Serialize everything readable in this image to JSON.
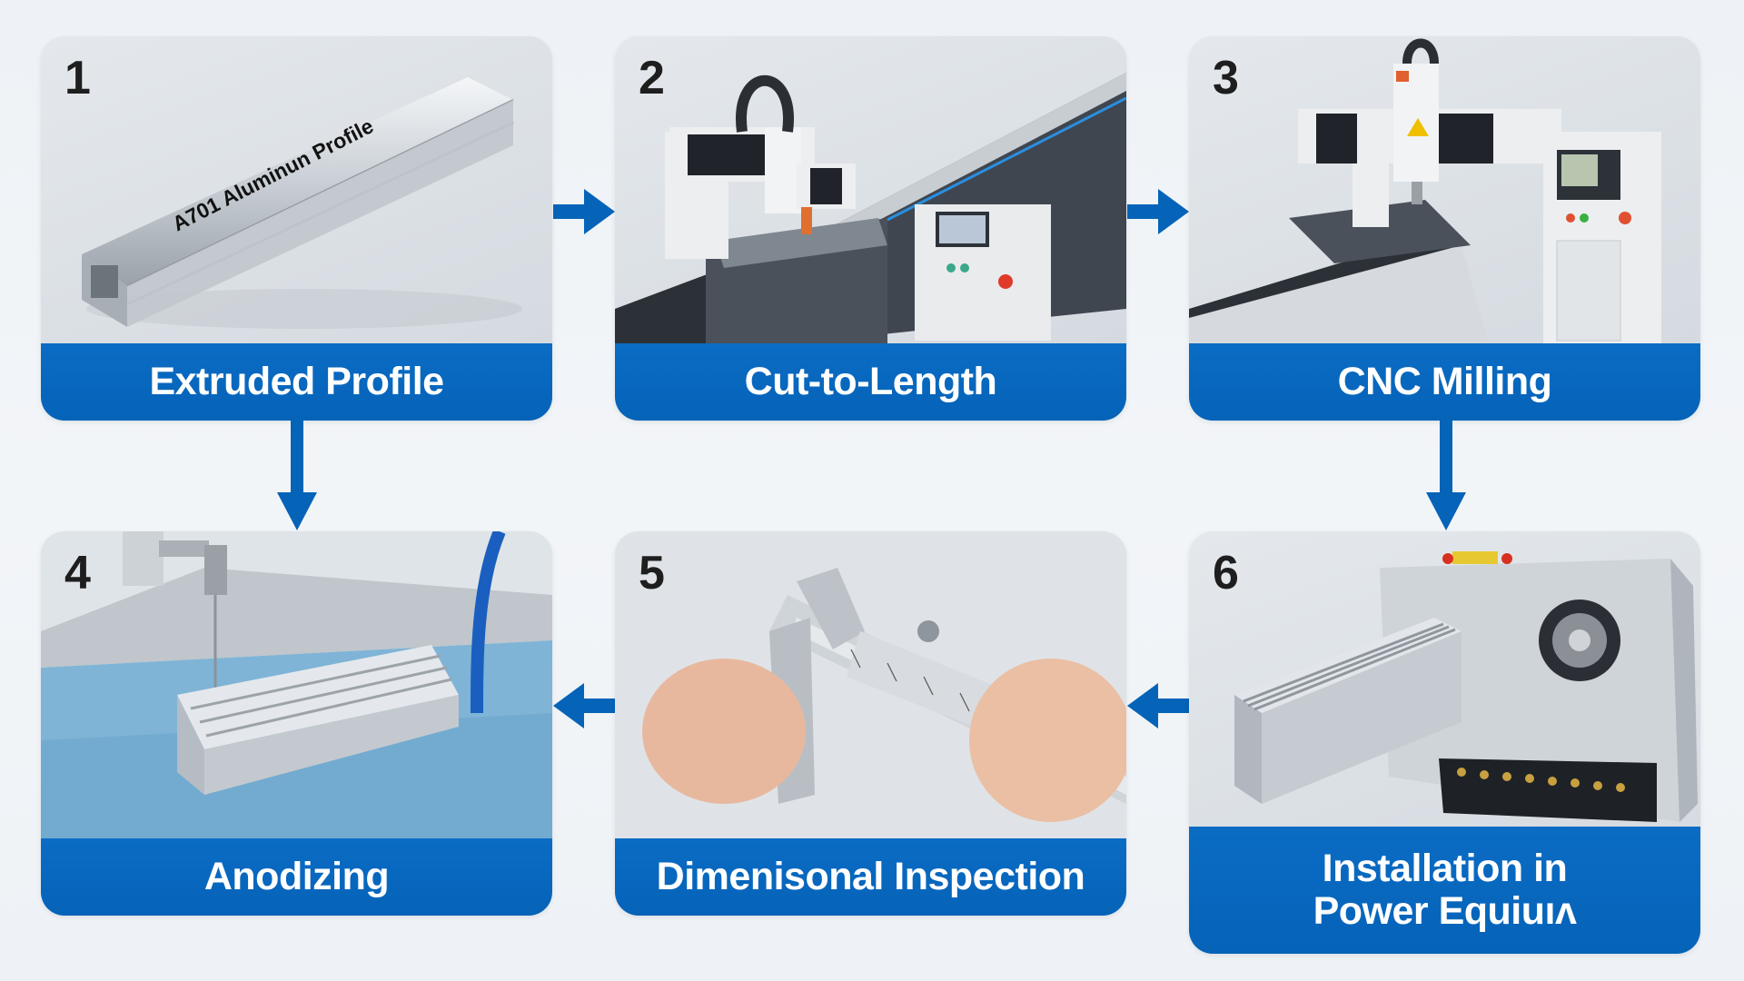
{
  "diagram": {
    "type": "process-flow",
    "accent_color": "#0563b8",
    "background_color": "#eef2f6",
    "steps": [
      {
        "number": "1",
        "label": "Extruded Profile",
        "image_text": "A701 Aluminun Profile",
        "image": "aluminum-extrusion-bar"
      },
      {
        "number": "2",
        "label": "Cut-to-Length",
        "image": "cnc-cutting-machine"
      },
      {
        "number": "3",
        "label": "CNC Milling",
        "image": "cnc-milling-machine"
      },
      {
        "number": "4",
        "label": "Anodizing",
        "image": "heatsink-in-anodizing-tank"
      },
      {
        "number": "5",
        "label": "Dimenisonal Inspection",
        "image": "vernier-caliper-measurement"
      },
      {
        "number": "6",
        "label_line1": "Installation in",
        "label_line2": "Power Equiuıʌ",
        "image": "heatsink-on-power-supply"
      }
    ],
    "flow": [
      "1→2",
      "2→3",
      "3→6",
      "6→5",
      "5→4",
      "1→4"
    ]
  }
}
